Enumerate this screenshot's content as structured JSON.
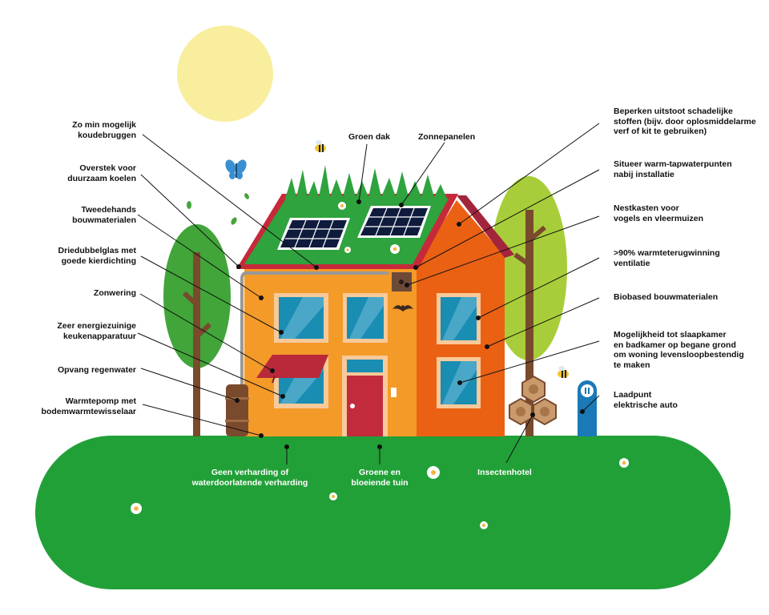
{
  "labels": {
    "koudebruggen": "Zo min mogelijk\nkoudebruggen",
    "overstek": "Overstek voor\nduurzaam koelen",
    "tweedehands": "Tweedehands\nbouwmaterialen",
    "driedubbelglas": "Driedubbelglas met\ngoede kierdichting",
    "zonwering": "Zonwering",
    "keuken": "Zeer energiezuinige\nkeukenapparatuur",
    "regenwater": "Opvang regenwater",
    "warmtepomp": "Warmtepomp met\nbodemwarmtewisselaar",
    "groendak": "Groen dak",
    "zonnepanelen": "Zonnepanelen",
    "uitstoot": "Beperken uitstoot schadelijke\nstoffen (bijv. door oplosmiddelarme\nverf of kit te gebruiken)",
    "tapwater": "Situeer warm-tapwaterpunten\nnabij installatie",
    "nestkasten": "Nestkasten voor\nvogels en vleermuizen",
    "warmteterug": ">90% warmteterugwinning\nventilatie",
    "biobased": "Biobased bouwmaterialen",
    "slaapkamer": "Mogelijkheid tot slaapkamer\nen badkamer op begane grond\nom woning levensloopbestendig\nte maken",
    "laadpunt": "Laadpunt\nelektrische auto",
    "verharding": "Geen verharding of\nwaterdoorlatende verharding",
    "tuin": "Groene en\nbloeiende tuin",
    "insectenhotel": "Insectenhotel"
  },
  "colors": {
    "sun": "#f8ee9e",
    "lawn": "#22a038",
    "wall_front": "#f49a28",
    "wall_side": "#ea6113",
    "roof_green": "#2ea33e",
    "roof_edge": "#c62a3a",
    "roof_side": "#a3253c",
    "window_frame": "#f8c99a",
    "glass": "#1a8db3",
    "door": "#c12b3b",
    "awning": "#b9293a",
    "panel": "#0f1b3d",
    "tree_dark": "#42a53a",
    "tree_light": "#a8cd3a",
    "trunk": "#7a4a2d",
    "charger": "#1a79b6",
    "butterfly": "#3a8fd1"
  },
  "icons": [
    "sun-icon",
    "butterfly-icon",
    "bee-icon",
    "bat-icon",
    "flower-icon",
    "charger-icon",
    "insect-hotel-icon",
    "rain-barrel-icon"
  ]
}
